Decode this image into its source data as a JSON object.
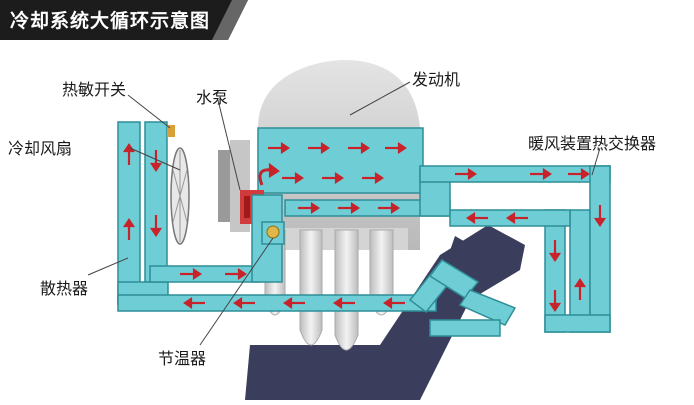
{
  "title": "冷却系统大循环示意图",
  "labels": {
    "thermo_switch": "热敏开关",
    "cooling_fan": "冷却风扇",
    "water_pump": "水泵",
    "engine": "发动机",
    "heater_exchanger": "暖风装置热交换器",
    "radiator": "散热器",
    "thermostat": "节温器"
  },
  "colors": {
    "coolant": "#6fcdd6",
    "coolant_edge": "#2f8e98",
    "flow_arrow": "#c8222a",
    "engine_gray": "#c9c9c9",
    "exhaust_navy": "#3b3d5c",
    "title_bg": "#1c1c1c"
  }
}
